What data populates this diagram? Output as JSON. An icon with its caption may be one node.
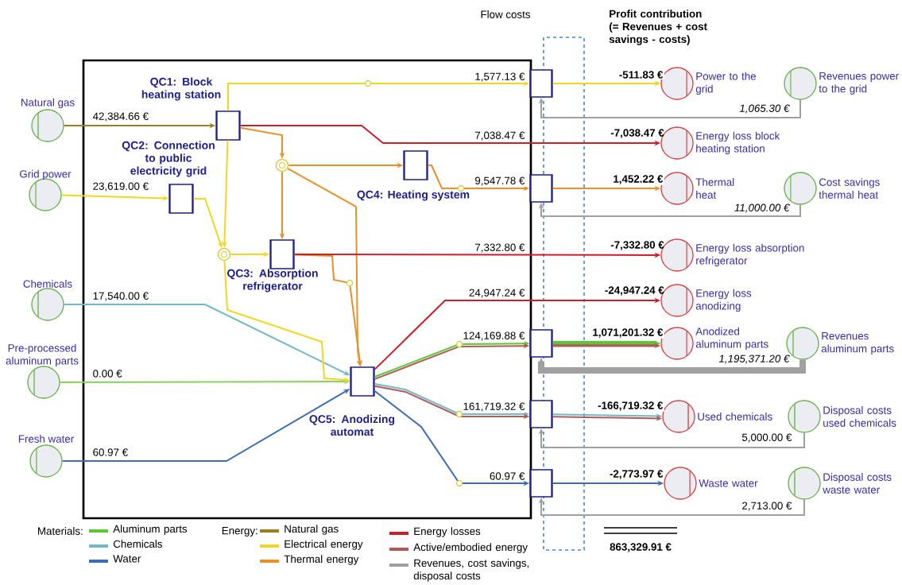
{
  "diagram": {
    "nodes": [
      {
        "text": [
          "Natural gas"
        ]
      },
      {
        "text": [
          "Grid power"
        ]
      },
      {
        "text": [
          "Chemicals"
        ]
      },
      {
        "text": [
          "Pre-processed aluminum parts"
        ]
      },
      {
        "text": [
          "Fresh water"
        ]
      },
      {
        "text": [
          "QC1: Block heating station"
        ]
      },
      {
        "text": [
          "QC2: Connection to public electricity grid"
        ]
      },
      {
        "text": [],
        "shape": "circle"
      },
      {
        "text": [],
        "shape": "circle"
      },
      {
        "text": [
          "QC3: Absorption refrigerator"
        ]
      },
      {
        "text": [
          "QC4: Heating system"
        ]
      },
      {
        "text": [
          "QC5: Anodizing automat"
        ]
      },
      {
        "text": [],
        "shape": "box"
      },
      {
        "text": [],
        "shape": "box"
      },
      {
        "text": [],
        "shape": "box"
      },
      {
        "text": [],
        "shape": "box"
      },
      {
        "text": [],
        "shape": "box"
      },
      {
        "text": [
          "Power to the grid"
        ]
      },
      {
        "text": [
          "Energy loss block heating station"
        ]
      },
      {
        "text": [
          "Thermal heat"
        ]
      },
      {
        "text": [
          "Energy loss absorption refrigerator"
        ]
      },
      {
        "text": [
          "Energy loss anodizing"
        ]
      },
      {
        "text": [
          "Anodized aluminum parts"
        ]
      },
      {
        "text": [
          "Used chemicals"
        ]
      },
      {
        "text": [
          "Waste water"
        ]
      },
      {
        "text": [
          "Revenues power to the grid"
        ]
      },
      {
        "text": [
          "Cost savings thermal heat"
        ]
      },
      {
        "text": [
          "Revenues aluminum parts"
        ]
      },
      {
        "text": [
          "Disposal costs used chemicals"
        ]
      },
      {
        "text": [
          "Disposal costs waste water"
        ]
      }
    ],
    "edges": [
      {
        "from": 0,
        "to": 5,
        "arrow": "to",
        "label": "42,384.66 €",
        "color": "#9c7f1e"
      },
      {
        "from": 1,
        "to": 6,
        "arrow": "to",
        "label": "23,619.00 €",
        "color": "#f0d820"
      },
      {
        "from": 2,
        "to": 11,
        "arrow": "to",
        "label": "17,540.00 €",
        "color": "#72b9c6"
      },
      {
        "from": 3,
        "to": 11,
        "arrow": "to",
        "label": "0.00 €",
        "color": "#8ad060"
      },
      {
        "from": 4,
        "to": 11,
        "arrow": "to",
        "label": "60.97 €",
        "color": "#3e6db5"
      },
      {
        "from": 5,
        "to": 12,
        "arrow": "to",
        "label": "1,577.13 €",
        "color": "#f0d820"
      },
      {
        "from": 5,
        "to": 7,
        "arrow": "to",
        "color": "#f0d820"
      },
      {
        "from": 6,
        "to": 7,
        "arrow": "to",
        "color": "#f0d820"
      },
      {
        "from": 7,
        "to": 9,
        "arrow": "to",
        "color": "#f0d820"
      },
      {
        "from": 7,
        "to": 11,
        "arrow": "to",
        "color": "#f0d820"
      },
      {
        "from": 5,
        "to": 8,
        "arrow": "to",
        "color": "#e8902a"
      },
      {
        "from": 8,
        "to": 10,
        "arrow": "to",
        "color": "#e8902a"
      },
      {
        "from": 8,
        "to": 9,
        "arrow": "to",
        "color": "#e8902a"
      },
      {
        "from": 8,
        "to": 11,
        "arrow": "to",
        "color": "#e8902a"
      },
      {
        "from": 9,
        "to": 11,
        "arrow": "to",
        "color": "#e8902a"
      },
      {
        "from": 5,
        "to": 18,
        "arrow": "to",
        "label": "7,038.47 €",
        "color": "#cc1f2a"
      },
      {
        "from": 10,
        "to": 13,
        "arrow": "to",
        "label": "9,547.78 €",
        "color": "#e8902a"
      },
      {
        "from": 9,
        "to": 20,
        "arrow": "to",
        "label": "7,332.80 €",
        "color": "#cc1f2a"
      },
      {
        "from": 11,
        "to": 21,
        "arrow": "to",
        "label": "24,947.24 €",
        "color": "#cc1f2a"
      },
      {
        "from": 11,
        "to": 14,
        "arrow": "to",
        "label": "124,169.88 €",
        "color": "#5ac832"
      },
      {
        "from": 11,
        "to": 15,
        "arrow": "to",
        "label": "161,719.32 €",
        "color": "#72b9c6"
      },
      {
        "from": 11,
        "to": 16,
        "arrow": "to",
        "label": "60.97 €",
        "color": "#3e6db5"
      },
      {
        "from": 12,
        "to": 17,
        "arrow": "to",
        "label": "-511.83 €",
        "color": "#f0d820"
      },
      {
        "from": 13,
        "to": 19,
        "arrow": "to",
        "label": "1,452.22 €",
        "color": "#e8902a"
      },
      {
        "from": 14,
        "to": 22,
        "arrow": "to",
        "label": "1,071,201.32 €",
        "style": "thick",
        "color": "#5ac832"
      },
      {
        "from": 15,
        "to": 23,
        "arrow": "to",
        "label": "-166,719.32 €",
        "color": "#72b9c6"
      },
      {
        "from": 16,
        "to": 24,
        "arrow": "to",
        "label": "-2,773.97 €",
        "color": "#3e6db5"
      },
      {
        "from": 25,
        "to": 12,
        "arrow": "to",
        "label": "1,065.30 €",
        "color": "#a0a0a0"
      },
      {
        "from": 26,
        "to": 13,
        "arrow": "to",
        "label": "11,000.00 €",
        "color": "#a0a0a0"
      },
      {
        "from": 27,
        "to": 14,
        "arrow": "to",
        "label": "1,195,371.20 €",
        "style": "thick",
        "color": "#a0a0a0"
      },
      {
        "from": 28,
        "to": 15,
        "arrow": "to",
        "label": "5,000.00 €",
        "color": "#a0a0a0"
      },
      {
        "from": 29,
        "to": 16,
        "arrow": "to",
        "label": "2,713.00 €",
        "color": "#a0a0a0"
      }
    ],
    "labels": [
      "Flow costs",
      "Profit contribution (= Revenues + cost savings - costs)",
      "-7,038.47 €",
      "-7,332.80 €",
      "-24,947.24 €",
      "Materials:",
      "Energy:",
      "863,329.91 €"
    ],
    "legend": [
      {
        "text": "Aluminum parts",
        "color": "#5ac832"
      },
      {
        "text": "Chemicals",
        "color": "#72b9c6"
      },
      {
        "text": "Water",
        "color": "#3e6db5"
      },
      {
        "text": "Natural gas",
        "color": "#9c7f1e"
      },
      {
        "text": "Electrical energy",
        "color": "#f0d820"
      },
      {
        "text": "Thermal energy",
        "color": "#e8902a"
      },
      {
        "text": "Energy losses",
        "color": "#cc1f2a"
      },
      {
        "text": "Active/embodied energy",
        "color": "#b05a5a"
      },
      {
        "text": "Revenues, cost savings, disposal costs",
        "color": "#a0a0a0"
      }
    ]
  }
}
